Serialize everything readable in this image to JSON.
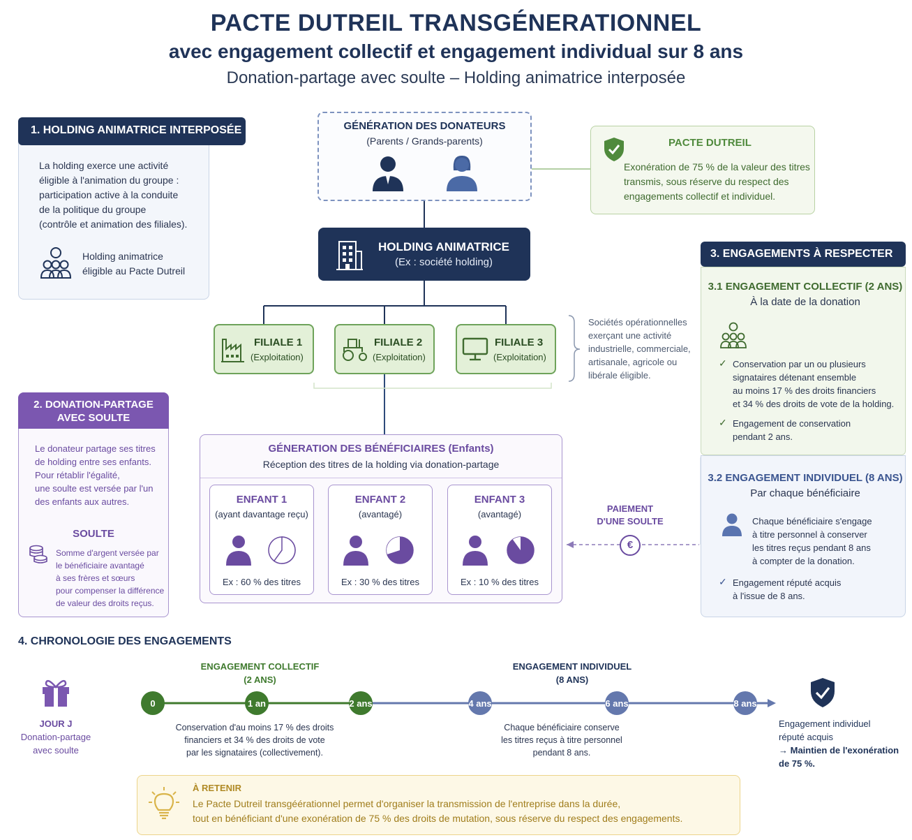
{
  "title": {
    "main": "PACTE DUTREIL TRANSGÉNERATIONNEL",
    "sub": "avec engagement collectif et engagement individual sur 8 ans",
    "sub2": "Donation-partage avec soulte – Holding animatrice interposée"
  },
  "section1": {
    "header": "1. HOLDING ANIMATRICE INTERPOSÉE",
    "lines": [
      "La holding exerce une activité",
      "éligible à l'animation du groupe :",
      "participation active à la conduite",
      "de la politique du groupe",
      "(contrôle et animation des filiales)."
    ],
    "note": [
      "Holding animatrice",
      "éligible au Pacte Dutreil"
    ]
  },
  "donateurs": {
    "title": "GÉNÉRATION DES DONATEURS",
    "subtitle": "(Parents / Grands-parents)"
  },
  "pacte": {
    "title": "PACTE DUTREIL",
    "lines": [
      "Exonération de 75 % de la valeur des titres",
      "transmis, sous réserve du respect des",
      "engagements collectif et individuel."
    ]
  },
  "holding": {
    "title": "HOLDING ANIMATRICE",
    "subtitle": "(Ex : société holding)"
  },
  "filiales": [
    {
      "name": "FILIALE 1",
      "sub": "(Exploitation)"
    },
    {
      "name": "FILIALE 2",
      "sub": "(Exploitation)"
    },
    {
      "name": "FILIALE 3",
      "sub": "(Exploitation)"
    }
  ],
  "societes": [
    "Sociétés opérationnelles",
    "exerçant une activité",
    "industrielle, commerciale,",
    "artisanale, agricole ou",
    "libérale éligible."
  ],
  "section3": {
    "header": "3. ENGAGEMENTS À RESPECTER",
    "collectif": {
      "title": "3.1 ENGAGEMENT COLLECTIF (2 ANS)",
      "subtitle": "À la date de la donation",
      "check1": [
        "Conservation par un ou plusieurs",
        "signataires détenant ensemble",
        "au moins 17 % des droits financiers",
        "et 34 % des droits de vote de la holding."
      ],
      "check2": [
        "Engagement de conservation",
        "pendant 2 ans."
      ]
    },
    "individuel": {
      "title": "3.2 ENGAGEMENT INDIVIDUEL (8 ANS)",
      "subtitle": "Par chaque bénéficiaire",
      "text": [
        "Chaque bénéficiaire s'engage",
        "à titre personnel à conserver",
        "les titres reçus pendant 8 ans",
        "à compter de la donation."
      ],
      "check": [
        "Engagement réputé acquis",
        "à l'issue de 8 ans."
      ]
    }
  },
  "section2": {
    "header": [
      "2. DONATION-PARTAGE",
      "AVEC SOULTE"
    ],
    "lines": [
      "Le donateur partage ses titres",
      "de holding entre ses enfants.",
      "Pour rétablir l'égalité,",
      "une soulte est versée par l'un",
      "des enfants aux autres."
    ],
    "soulte_title": "SOULTE",
    "soulte_lines": [
      "Somme d'argent versée par",
      "le bénéficiaire avantagé",
      "à ses frères et sœurs",
      "pour compenser la différence",
      "de valeur des droits reçus."
    ]
  },
  "beneficiaires": {
    "title": "GÉNERATION DES BÉNÉFICIAIRES (Enfants)",
    "subtitle": "Réception des titres de la holding via donation-partage",
    "enfants": [
      {
        "name": "ENFANT 1",
        "sub": "(ayant davantage reçu)",
        "share": "Ex : 60 % des titres",
        "pct": 60
      },
      {
        "name": "ENFANT 2",
        "sub": "(avantagé)",
        "share": "Ex : 30 % des titres",
        "pct": 30
      },
      {
        "name": "ENFANT 3",
        "sub": "(avantagé)",
        "share": "Ex : 10 % des titres",
        "pct": 10
      }
    ]
  },
  "paiement": [
    "PAIEMENT",
    "D'UNE SOULTE"
  ],
  "euro_symbol": "€",
  "section4": {
    "header": "4. CHRONOLOGIE DES ENGAGEMENTS",
    "jour": [
      "JOUR J",
      "Donation-partage",
      "avec soulte"
    ],
    "collectif_label": [
      "ENGAGEMENT COLLECTIF",
      "(2 ANS)"
    ],
    "individuel_label": [
      "ENGAGEMENT INDIVIDUEL",
      "(8 ANS)"
    ],
    "nodes": [
      "0",
      "1 an",
      "2 ans",
      "4 ans",
      "6 ans",
      "8 ans"
    ],
    "collectif_desc": [
      "Conservation d'au moins 17 % des droits",
      "financiers et 34 % des droits de vote",
      "par les signataires (collectivement)."
    ],
    "individuel_desc": [
      "Chaque bénéficiaire conserve",
      "les titres reçus à titre personnel",
      "pendant 8 ans."
    ],
    "end": [
      "Engagement individuel",
      "réputé acquis",
      "→ Maintien de l'exonération",
      "de 75 %."
    ]
  },
  "retenir": {
    "title": "À RETENIR",
    "lines": [
      "Le Pacte Dutreil transgéérationnel permet d'organiser la transmission de l'entreprise dans la durée,",
      "tout en bénéficiant d'une exonération de 75 % des droits de mutation, sous réserve du respect des engagements."
    ]
  },
  "colors": {
    "navy": "#1f3358",
    "green": "#3f6b2f",
    "purple": "#6a4ba0",
    "blue": "#5a74b0",
    "gold": "#d9b44a"
  }
}
